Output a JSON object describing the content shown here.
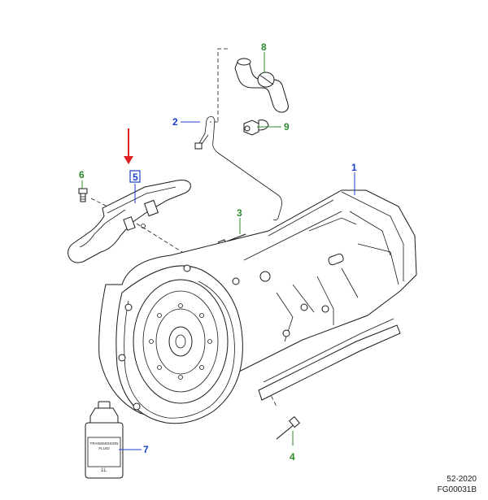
{
  "callouts": [
    {
      "id": "1",
      "label": "1",
      "color": "blue"
    },
    {
      "id": "2",
      "label": "2",
      "color": "blue"
    },
    {
      "id": "3",
      "label": "3",
      "color": "green"
    },
    {
      "id": "4",
      "label": "4",
      "color": "green"
    },
    {
      "id": "5",
      "label": "5",
      "color": "blue",
      "highlighted": true
    },
    {
      "id": "6",
      "label": "6",
      "color": "green"
    },
    {
      "id": "7",
      "label": "7",
      "color": "blue"
    },
    {
      "id": "8",
      "label": "8",
      "color": "green"
    },
    {
      "id": "9",
      "label": "9",
      "color": "green"
    }
  ],
  "bottle": {
    "line1": "TRANSMISSION",
    "line2": "FLUID",
    "volume": "1L"
  },
  "reference": {
    "date_code": "52-2020",
    "figure_id": "FG00031B"
  },
  "colors": {
    "callout_blue": "#1a3fc7",
    "callout_green": "#2d8a2d",
    "indicator_arrow": "#e02020"
  }
}
